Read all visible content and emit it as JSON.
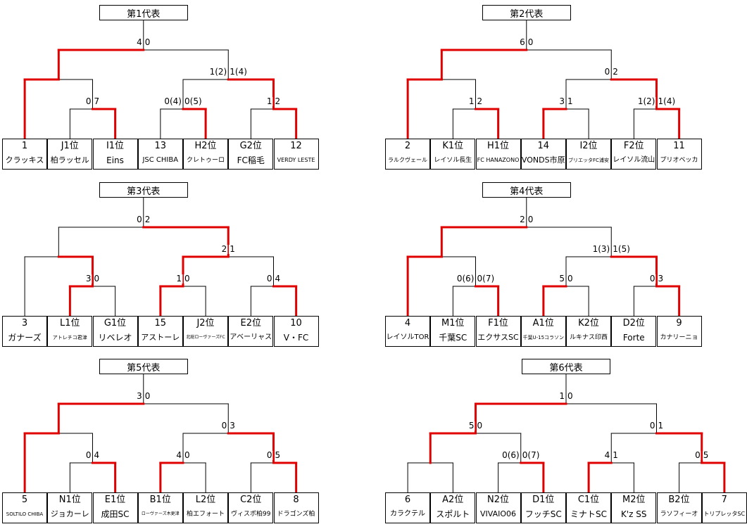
{
  "colors": {
    "line": "#000000",
    "winner": "#e00000"
  },
  "brackets": [
    {
      "title": "第1代表",
      "teams": [
        {
          "seed": "1",
          "name": "クラッキス",
          "size": 11
        },
        {
          "seed": "J1位",
          "name": "柏ラッセル",
          "size": 11
        },
        {
          "seed": "I1位",
          "name": "Eins",
          "size": 12
        },
        {
          "seed": "13",
          "name": "JSC CHIBA",
          "size": 10
        },
        {
          "seed": "H2位",
          "name": "クレトゥーロ",
          "size": 9
        },
        {
          "seed": "G2位",
          "name": "FC稲毛",
          "size": 12
        },
        {
          "seed": "12",
          "name": "VERDY LESTE",
          "size": 8
        }
      ],
      "scores": {
        "final": [
          "4",
          "0"
        ],
        "semiL": null,
        "semiR": [
          "1(2)",
          "1(4)"
        ],
        "qL": [
          "0",
          "7"
        ],
        "qR1": [
          "0(4)",
          "0(5)"
        ],
        "qR2": [
          "1",
          "2"
        ]
      },
      "winners": {
        "final": "L",
        "semiL": "L",
        "semiR": "R",
        "qL": "R",
        "qR1": "R",
        "qR2": "R"
      }
    },
    {
      "title": "第2代表",
      "teams": [
        {
          "seed": "2",
          "name": "ラルクヴェール",
          "size": 8
        },
        {
          "seed": "K1位",
          "name": "レイソル長生",
          "size": 9
        },
        {
          "seed": "H1位",
          "name": "FC HANAZONO",
          "size": 8
        },
        {
          "seed": "14",
          "name": "VONDS市原",
          "size": 11
        },
        {
          "seed": "I2位",
          "name": "ブリエッタFC浦安",
          "size": 7
        },
        {
          "seed": "F2位",
          "name": "レイソル流山",
          "size": 10
        },
        {
          "seed": "11",
          "name": "プリオベッカ",
          "size": 9
        }
      ],
      "scores": {
        "final": [
          "6",
          "0"
        ],
        "semiL": null,
        "semiR": [
          "0",
          "2"
        ],
        "qL": [
          "1",
          "2"
        ],
        "qR1": [
          "3",
          "1"
        ],
        "qR2": [
          "1(2)",
          "1(4)"
        ]
      },
      "winners": {
        "final": "L",
        "semiL": "L",
        "semiR": "R",
        "qL": "R",
        "qR1": "L",
        "qR2": "R"
      }
    },
    {
      "title": "第3代表",
      "teams": [
        {
          "seed": "3",
          "name": "ガナーズ",
          "size": 12
        },
        {
          "seed": "L1位",
          "name": "アトレチコ君津",
          "size": 7
        },
        {
          "seed": "G1位",
          "name": "リベレオ",
          "size": 12
        },
        {
          "seed": "15",
          "name": "アストーレ",
          "size": 11
        },
        {
          "seed": "J2位",
          "name": "北総ローヴァーズFC",
          "size": 6
        },
        {
          "seed": "E2位",
          "name": "アベーリャス",
          "size": 10
        },
        {
          "seed": "10",
          "name": "V・FC",
          "size": 12
        }
      ],
      "scores": {
        "final": [
          "0",
          "2"
        ],
        "semiL": null,
        "semiR": [
          "2",
          "1"
        ],
        "qL": [
          "3",
          "0"
        ],
        "qR1": [
          "1",
          "0"
        ],
        "qR2": [
          "0",
          "4"
        ]
      },
      "winners": {
        "final": "R",
        "semiL": "R",
        "semiR": "L",
        "qL": "L",
        "qR1": "L",
        "qR2": "R"
      }
    },
    {
      "title": "第4代表",
      "teams": [
        {
          "seed": "4",
          "name": "レイソルTOR",
          "size": 10
        },
        {
          "seed": "M1位",
          "name": "千葉SC",
          "size": 12
        },
        {
          "seed": "F1位",
          "name": "エクサスSC",
          "size": 11
        },
        {
          "seed": "A1位",
          "name": "千葉U-15コラソン",
          "size": 7
        },
        {
          "seed": "K2位",
          "name": "ルキナス印西",
          "size": 9
        },
        {
          "seed": "D2位",
          "name": "Forte",
          "size": 12
        },
        {
          "seed": "9",
          "name": "カナリーニョ",
          "size": 9
        }
      ],
      "scores": {
        "final": [
          "2",
          "0"
        ],
        "semiL": null,
        "semiR": [
          "1(3)",
          "1(5)"
        ],
        "qL": [
          "0(6)",
          "0(7)"
        ],
        "qR1": [
          "5",
          "0"
        ],
        "qR2": [
          "0",
          "3"
        ]
      },
      "winners": {
        "final": "L",
        "semiL": "L",
        "semiR": "R",
        "qL": "R",
        "qR1": "L",
        "qR2": "R"
      }
    },
    {
      "title": "第5代表",
      "teams": [
        {
          "seed": "5",
          "name": "SOLTILO CHIBA",
          "size": 7
        },
        {
          "seed": "N1位",
          "name": "ジョカーレ",
          "size": 11
        },
        {
          "seed": "E1位",
          "name": "成田SC",
          "size": 12
        },
        {
          "seed": "B1位",
          "name": "ローヴァーズ木更津",
          "size": 6
        },
        {
          "seed": "L2位",
          "name": "柏エフォート",
          "size": 9
        },
        {
          "seed": "C2位",
          "name": "ヴィスポ柏99",
          "size": 9
        },
        {
          "seed": "8",
          "name": "ドラゴンズ柏",
          "size": 9
        }
      ],
      "scores": {
        "final": [
          "3",
          "0"
        ],
        "semiL": null,
        "semiR": [
          "0",
          "3"
        ],
        "qL": [
          "0",
          "4"
        ],
        "qR1": [
          "4",
          "0"
        ],
        "qR2": [
          "0",
          "5"
        ]
      },
      "winners": {
        "final": "L",
        "semiL": "L",
        "semiR": "R",
        "qL": "R",
        "qR1": "L",
        "qR2": "R"
      }
    },
    {
      "title": "第6代表",
      "teams": [
        {
          "seed": "6",
          "name": "カラクテル",
          "size": 10
        },
        {
          "seed": "A2位",
          "name": "スポルト",
          "size": 12
        },
        {
          "seed": "N2位",
          "name": "VIVAIO06",
          "size": 11
        },
        {
          "seed": "D1位",
          "name": "フッチSC",
          "size": 12
        },
        {
          "seed": "C1位",
          "name": "ミナトSC",
          "size": 12
        },
        {
          "seed": "M2位",
          "name": "K'z SS",
          "size": 12
        },
        {
          "seed": "B2位",
          "name": "ラソフィーオ",
          "size": 9
        },
        {
          "seed": "7",
          "name": "トリプレッタSC",
          "size": 8
        }
      ],
      "scores": {
        "final": [
          "1",
          "0"
        ],
        "semiL": [
          "5",
          "0"
        ],
        "qL2": [
          "0(6)",
          "0(7)"
        ],
        "semiR": [
          "0",
          "1"
        ],
        "qR1": [
          "4",
          "1"
        ],
        "qR2": [
          "0",
          "5"
        ]
      },
      "winners": {
        "final": "L",
        "semiL": "L",
        "qL2": "R",
        "semiR": "R",
        "qR1": "L",
        "qR2": "R"
      }
    }
  ]
}
